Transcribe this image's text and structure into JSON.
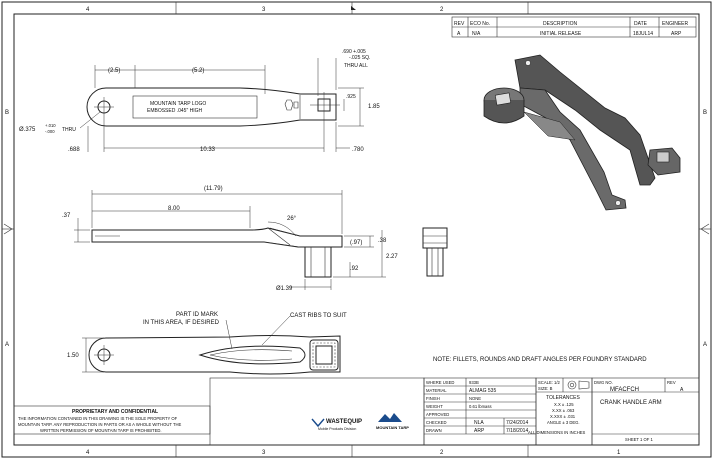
{
  "border": {
    "zone_cols": [
      "4",
      "3",
      "2",
      "1"
    ],
    "zone_rows": [
      "B",
      "A"
    ]
  },
  "revision_block": {
    "headers": [
      "REV",
      "ECO No.",
      "DESCRIPTION",
      "DATE",
      "ENGINEER"
    ],
    "row": [
      "A",
      "N/A",
      "INITIAL RELEASE",
      "18JUL14",
      "ARP"
    ]
  },
  "top_view": {
    "dim_2_5": "(2.5)",
    "dim_5_2": "(5.2)",
    "sq_dim_line1": ".690 +.005",
    "sq_dim_line2": "-.025 SQ.",
    "sq_dim_line3": "THRU ALL",
    "dim_925": ".925",
    "dim_1_85": "1.85",
    "logo_line1": "MOUNTAIN TARP LOGO",
    "logo_line2": "EMBOSSED .045\" HIGH",
    "hole_dia": "Ø.375",
    "hole_tol_plus": "+.010",
    "hole_tol_minus": "-.000",
    "hole_thru": "THRU",
    "dim_688": ".688",
    "dim_10_33": "10.33",
    "dim_780": ".780"
  },
  "side_view": {
    "dim_11_79": "(11.79)",
    "dim_8_00": "8.00",
    "dim_37": ".37",
    "angle_26": "26°",
    "dim_97": "(.97)",
    "dim_38": ".38",
    "dim_2_27": "2.27",
    "dim_92": ".92",
    "dim_dia_1_39": "Ø1.39"
  },
  "bottom_view": {
    "part_id_line1": "PART ID MARK",
    "part_id_line2": "IN THIS AREA, IF DESIRED",
    "cast_ribs": "CAST RIBS TO SUIT",
    "dim_1_50": "1.50"
  },
  "note": "NOTE: FILLETS, ROUNDS AND DRAFT ANGLES PER FOUNDRY STANDARD",
  "title_block": {
    "proprietary_title": "PROPRIETARY AND CONFIDENTIAL",
    "proprietary_line1": "THE INFORMATION CONTAINED IN THIS DRAWING IS THE SOLE PROPERTY OF",
    "proprietary_line2": "MOUNTAIN TARP. ANY REPRODUCTION IN PARTS OR AS A WHOLE WITHOUT THE",
    "proprietary_line3": "WRITTEN PERMISSION OF MOUNTAIN TARP IS PROHIBITED.",
    "company1": "WASTEQUIP",
    "company1_sub": "Mobile Products Division",
    "company2": "MOUNTAIN TARP",
    "where_used_label": "WHERE USED",
    "where_used_val": "933B",
    "material_label": "MATERIAL",
    "material_val": "ALMAG 535",
    "finish_label": "FINISH",
    "finish_val": "NONE",
    "weight_label": "WEIGHT",
    "weight_val": "0.61 lbmass",
    "approved_label": "APPROVED",
    "checked_label": "CHECKED",
    "checked_by": "NLA",
    "checked_date": "7/24/2014",
    "drawn_label": "DRAWN",
    "drawn_by": "ARP",
    "drawn_date": "7/18/2014",
    "scale": "SCALE: 1/2",
    "size": "SIZE: B",
    "tolerances_title": "TOLERANCES",
    "tol1": "X.X ± .125",
    "tol2": "X.XX ± .063",
    "tol3": "X.XXX ± .031",
    "tol4": "ANGLE ± 3 DEG.",
    "tol5": "ALL DIMENSIONS IN INCHES",
    "dwg_no_label": "DWG NO.",
    "dwg_no": "MFACFCH",
    "rev_label": "REV",
    "rev": "A",
    "title": "CRANK HANDLE ARM",
    "sheet": "SHEET 1 OF 1"
  }
}
